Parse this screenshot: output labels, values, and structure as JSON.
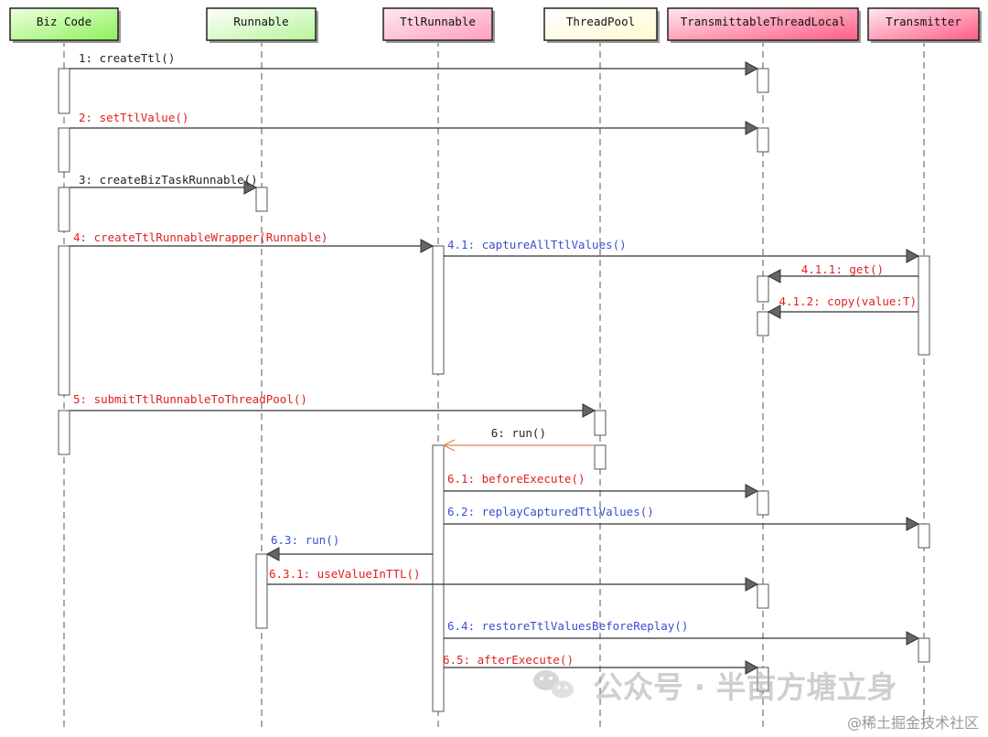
{
  "participants": [
    {
      "id": "biz",
      "label": "Biz Code",
      "fill_from": "#f0ffe0",
      "fill_to": "#8cf25a"
    },
    {
      "id": "runnable",
      "label": "Runnable",
      "fill_from": "#ffffff",
      "fill_to": "#b7f59a"
    },
    {
      "id": "ttlrunnable",
      "label": "TtlRunnable",
      "fill_from": "#ffe8ef",
      "fill_to": "#ff9fbc"
    },
    {
      "id": "threadpool",
      "label": "ThreadPool",
      "fill_from": "#ffffff",
      "fill_to": "#fffbd0"
    },
    {
      "id": "ttl",
      "label": "TransmittableThreadLocal",
      "fill_from": "#ffe8ef",
      "fill_to": "#ff5c86"
    },
    {
      "id": "transmitter",
      "label": "Transmitter",
      "fill_from": "#ffe8ef",
      "fill_to": "#ff5c86"
    }
  ],
  "messages": [
    {
      "id": "m1",
      "label": "1: createTtl()",
      "from": "biz",
      "to": "ttl",
      "color": "#222222"
    },
    {
      "id": "m2",
      "label": "2: setTtlValue()",
      "from": "biz",
      "to": "ttl",
      "color": "#e02020"
    },
    {
      "id": "m3",
      "label": "3: createBizTaskRunnable()",
      "from": "biz",
      "to": "runnable",
      "color": "#222222"
    },
    {
      "id": "m4",
      "label": "4: createTtlRunnableWrapper(Runnable)",
      "from": "biz",
      "to": "ttlrunnable",
      "color": "#e02020"
    },
    {
      "id": "m41",
      "label": "4.1: captureAllTtlValues()",
      "from": "ttlrunnable",
      "to": "transmitter",
      "color": "#3a4fd0"
    },
    {
      "id": "m411",
      "label": "4.1.1: get()",
      "from": "transmitter",
      "to": "ttl",
      "color": "#e02020"
    },
    {
      "id": "m412",
      "label": "4.1.2: copy(value:T)",
      "from": "transmitter",
      "to": "ttl",
      "color": "#e02020"
    },
    {
      "id": "m5",
      "label": "5: submitTtlRunnableToThreadPool()",
      "from": "biz",
      "to": "threadpool",
      "color": "#e02020"
    },
    {
      "id": "m6",
      "label": "6: run()",
      "from": "threadpool",
      "to": "ttlrunnable",
      "color": "#222222"
    },
    {
      "id": "m61",
      "label": "6.1: beforeExecute()",
      "from": "ttlrunnable",
      "to": "ttl",
      "color": "#e02020"
    },
    {
      "id": "m62",
      "label": "6.2: replayCapturedTtlValues()",
      "from": "ttlrunnable",
      "to": "transmitter",
      "color": "#3a4fd0"
    },
    {
      "id": "m63",
      "label": "6.3: run()",
      "from": "ttlrunnable",
      "to": "runnable",
      "color": "#3a4fd0"
    },
    {
      "id": "m631",
      "label": "6.3.1: useValueInTTL()",
      "from": "runnable",
      "to": "ttl",
      "color": "#e02020"
    },
    {
      "id": "m64",
      "label": "6.4: restoreTtlValuesBeforeReplay()",
      "from": "ttlrunnable",
      "to": "transmitter",
      "color": "#3a4fd0"
    },
    {
      "id": "m65",
      "label": "6.5: afterExecute()",
      "from": "ttlrunnable",
      "to": "ttl",
      "color": "#e02020"
    }
  ],
  "colors": {
    "lifeline": "#555555",
    "activation_fill": "#ffffff",
    "activation_stroke": "#555555",
    "return_arrow": "#e0824a",
    "arrowhead_fill": "#666666"
  },
  "watermark": {
    "brand": "公众号 · 半亩方塘立身",
    "source": "@稀土掘金技术社区",
    "icon": "wechat-icon"
  }
}
